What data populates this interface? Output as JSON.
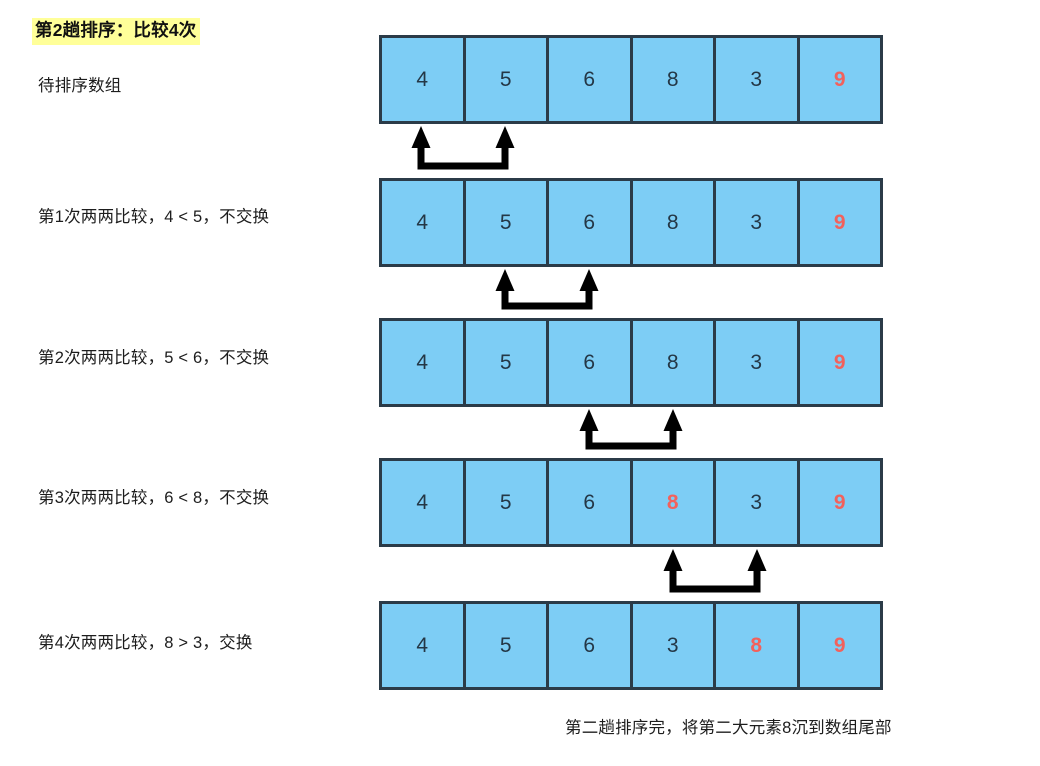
{
  "title": "第2趟排序：比较4次",
  "colors": {
    "cell_fill": "#7dcdf5",
    "cell_border": "#2b3b48",
    "digit": "#243746",
    "highlight_digit": "#f2615c",
    "title_highlight": "#ffff99",
    "arrow": "#000000"
  },
  "rows": [
    {
      "caption": "待排序数组",
      "values": [
        "4",
        "5",
        "6",
        "8",
        "3",
        "9"
      ],
      "highlight": [
        false,
        false,
        false,
        false,
        false,
        true
      ]
    },
    {
      "caption": "第1次两两比较，4 < 5，不交换",
      "values": [
        "4",
        "5",
        "6",
        "8",
        "3",
        "9"
      ],
      "highlight": [
        false,
        false,
        false,
        false,
        false,
        true
      ]
    },
    {
      "caption": "第2次两两比较，5 < 6，不交换",
      "values": [
        "4",
        "5",
        "6",
        "8",
        "3",
        "9"
      ],
      "highlight": [
        false,
        false,
        false,
        false,
        false,
        true
      ]
    },
    {
      "caption": "第3次两两比较，6 < 8，不交换",
      "values": [
        "4",
        "5",
        "6",
        "8",
        "3",
        "9"
      ],
      "highlight": [
        false,
        false,
        false,
        true,
        false,
        true
      ]
    },
    {
      "caption": "第4次两两比较，8 > 3，交换",
      "values": [
        "4",
        "5",
        "6",
        "3",
        "8",
        "9"
      ],
      "highlight": [
        false,
        false,
        false,
        false,
        true,
        true
      ]
    }
  ],
  "arrows": [
    {
      "name": "compare-arrow-1",
      "left_cell": 0,
      "right_cell": 1
    },
    {
      "name": "compare-arrow-2",
      "left_cell": 1,
      "right_cell": 2
    },
    {
      "name": "compare-arrow-3",
      "left_cell": 2,
      "right_cell": 3
    },
    {
      "name": "compare-arrow-4",
      "left_cell": 3,
      "right_cell": 4
    }
  ],
  "footer_note": "第二趟排序完，将第二大元素8沉到数组尾部"
}
